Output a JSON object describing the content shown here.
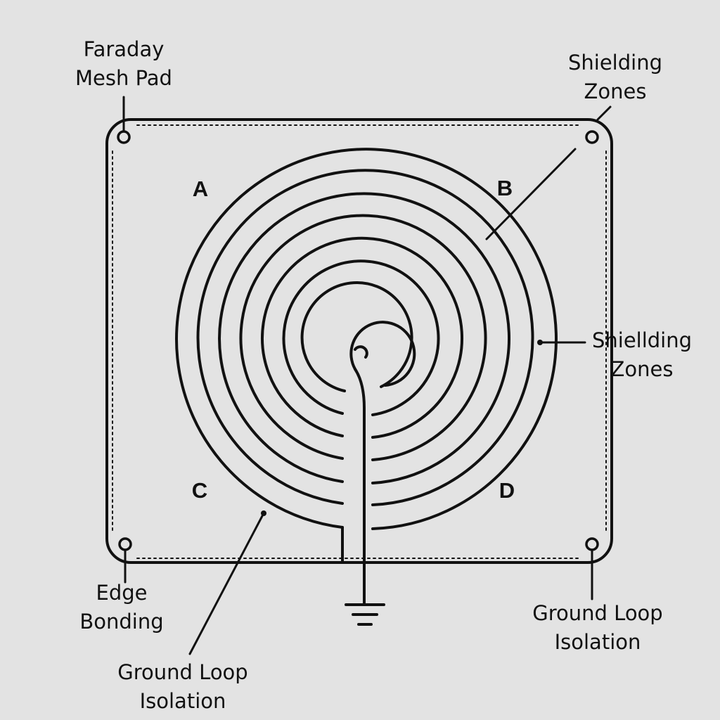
{
  "labels": {
    "faraday_mesh_pad": [
      "Faraday",
      "Mesh Pad"
    ],
    "shielding_zones_top": [
      "Shielding",
      "Zones"
    ],
    "shielding_zones_right": [
      "Shiellding",
      "Zones"
    ],
    "edge_bonding": [
      "Edge",
      "Bonding"
    ],
    "ground_loop_isolation_bottom": [
      "Ground Loop",
      "Isolation"
    ],
    "ground_loop_isolation_right": [
      "Ground Loop",
      "Isolation"
    ]
  },
  "zones": [
    "A",
    "B",
    "C",
    "D"
  ],
  "colors": {
    "background": "#e3e3e3",
    "stroke": "#111111"
  }
}
